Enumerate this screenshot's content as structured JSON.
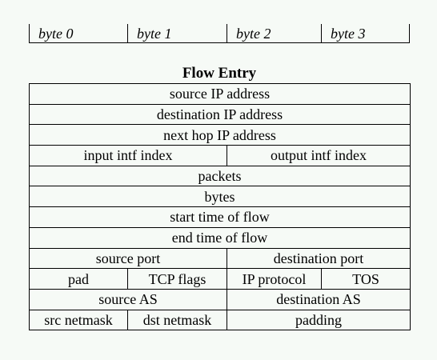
{
  "byte_header": [
    "byte 0",
    "byte 1",
    "byte 2",
    "byte 3"
  ],
  "title": "Flow Entry",
  "rows": [
    [
      "source IP address"
    ],
    [
      "destination IP address"
    ],
    [
      "next hop IP address"
    ],
    [
      "input intf index",
      "output intf index"
    ],
    [
      "packets"
    ],
    [
      "bytes"
    ],
    [
      "start time of flow"
    ],
    [
      "end time of flow"
    ],
    [
      "source port",
      "destination port"
    ],
    [
      "pad",
      "TCP flags",
      "IP protocol",
      "TOS"
    ],
    [
      "source AS",
      "destination AS"
    ],
    [
      "src netmask",
      "dst netmask",
      "padding"
    ]
  ]
}
